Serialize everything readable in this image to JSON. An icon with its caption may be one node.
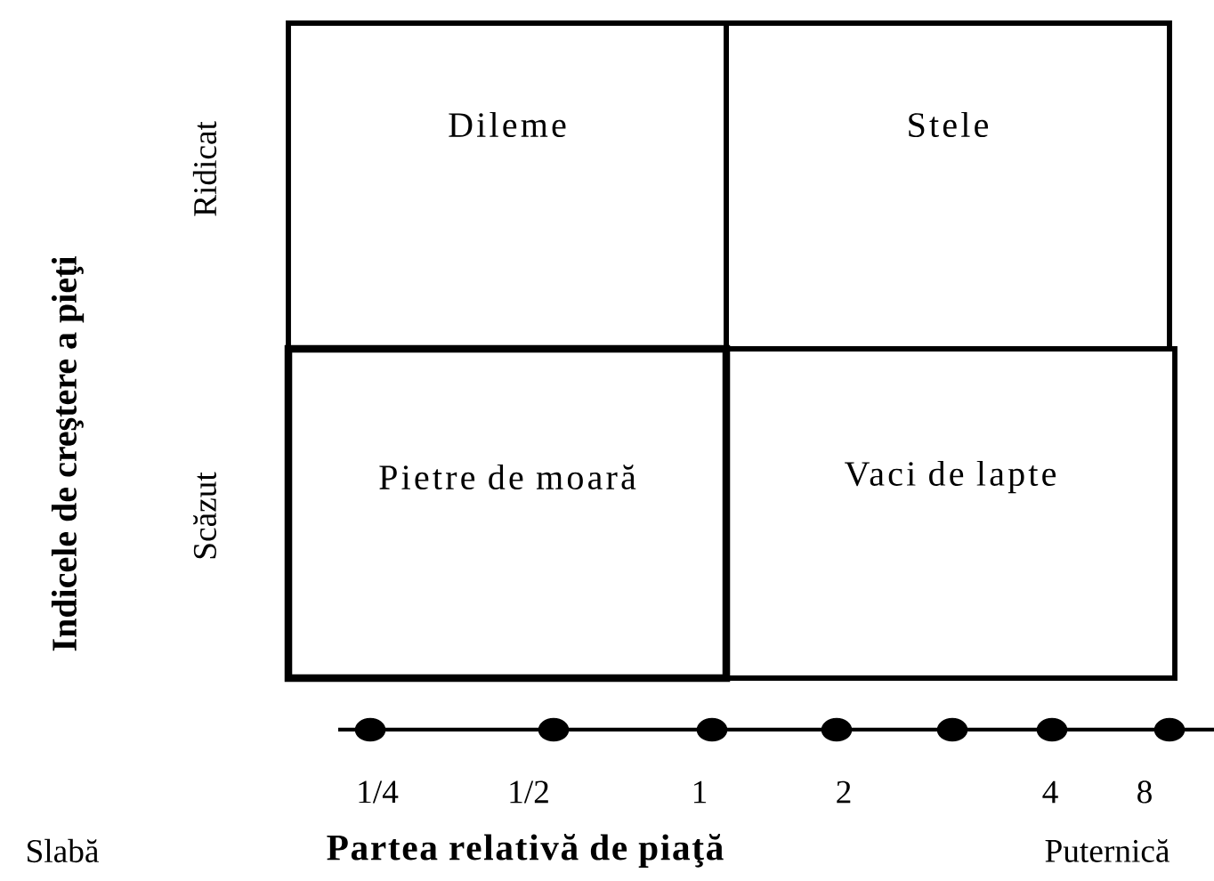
{
  "diagram": {
    "nodes": [
      {
        "text": [
          "Dileme"
        ]
      },
      {
        "text": [
          "Stele"
        ]
      },
      {
        "text": [
          "Pietre de moară"
        ]
      },
      {
        "text": [
          "Vaci de lapte"
        ]
      }
    ],
    "labels": [
      "Indicele de creştere a pieţi",
      "Ridicat",
      "Scăzut",
      "1/4",
      "1/2",
      "1",
      "2",
      "4",
      "8",
      "Slabă",
      "Partea relativă de piaţă",
      "Puternică"
    ]
  }
}
